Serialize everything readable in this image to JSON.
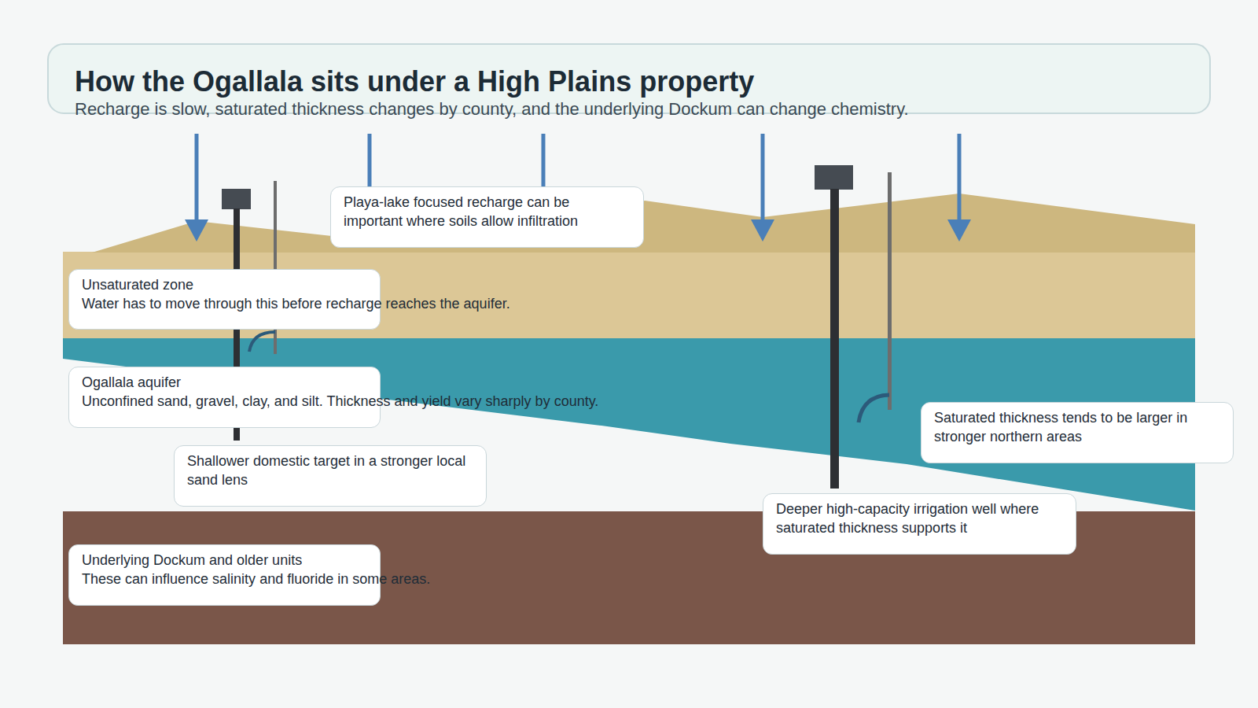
{
  "diagram": {
    "title": "How the Ogallala sits under a High Plains property",
    "caption": "Recharge is slow, saturated thickness changes by county, and the underlying Dockum can change chemistry.",
    "nodes": [
      {
        "text": [
          "Playa-lake focused recharge can be important where soils allow infiltration"
        ]
      },
      {
        "text": [
          "Unsaturated zone",
          "Water has to move through this before recharge reaches the aquifer."
        ]
      },
      {
        "text": [
          "Ogallala aquifer",
          "Unconfined sand, gravel, clay, and silt. Thickness and yield vary sharply by county."
        ]
      },
      {
        "text": [
          "Saturated thickness tends to be larger in stronger northern areas"
        ]
      },
      {
        "text": [
          "Shallower domestic target in a stronger local sand lens"
        ]
      },
      {
        "text": [
          "Deeper high-capacity irrigation well where saturated thickness supports it"
        ]
      },
      {
        "text": [
          "Underlying Dockum and older units",
          "These can influence salinity and fluoride in some areas."
        ]
      }
    ]
  }
}
